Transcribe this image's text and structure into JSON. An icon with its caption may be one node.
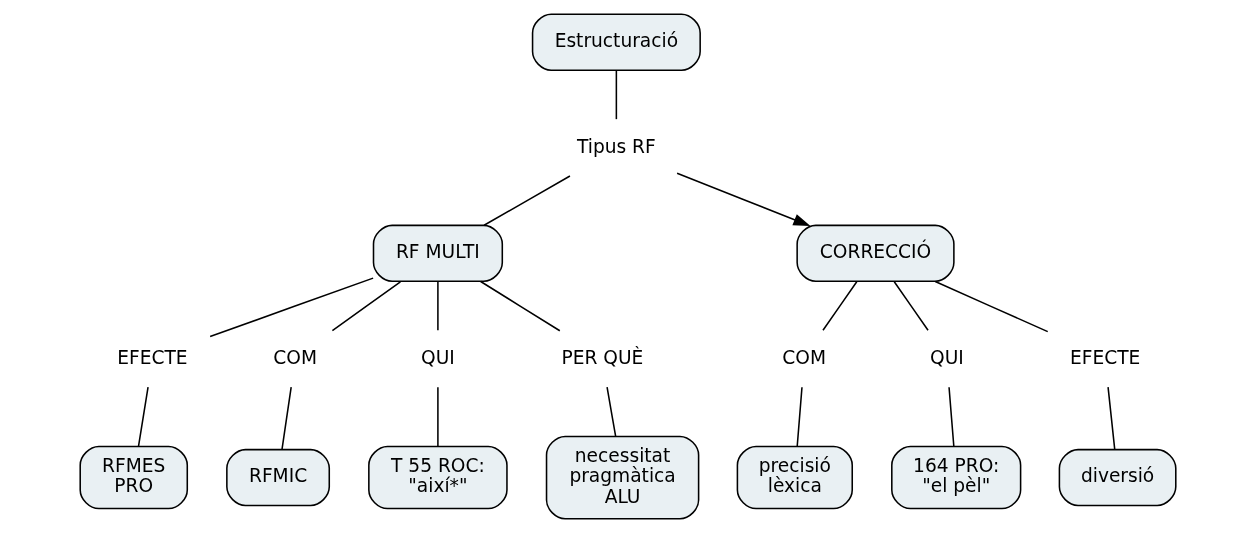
{
  "diagram": {
    "nodes": [
      {
        "text": [
          "Estructuració"
        ]
      },
      {
        "text": [
          "Tipus RF"
        ]
      },
      {
        "text": [
          "RF MULTI"
        ]
      },
      {
        "text": [
          "CORRECCIÓ"
        ]
      },
      {
        "text": [
          "EFECTE"
        ]
      },
      {
        "text": [
          "COM"
        ]
      },
      {
        "text": [
          "QUI"
        ]
      },
      {
        "text": [
          "PER QUÈ"
        ]
      },
      {
        "text": [
          "COM"
        ]
      },
      {
        "text": [
          "QUI"
        ]
      },
      {
        "text": [
          "EFECTE"
        ]
      },
      {
        "text": [
          "RFMES PRO"
        ]
      },
      {
        "text": [
          "RFMIC"
        ]
      },
      {
        "text": [
          "T 55 ROC: \"així*\""
        ]
      },
      {
        "text": [
          "necessitat pragmàtica ALU"
        ]
      },
      {
        "text": [
          "precisió lèxica"
        ]
      },
      {
        "text": [
          "164 PRO: \"el pèl\""
        ]
      },
      {
        "text": [
          "diversió"
        ]
      }
    ],
    "edges": [
      {
        "from": 0,
        "to": 1,
        "arrow": "none"
      },
      {
        "from": 1,
        "to": 2,
        "arrow": "none"
      },
      {
        "from": 1,
        "to": 3,
        "arrow": "to"
      },
      {
        "from": 2,
        "to": 4,
        "arrow": "none"
      },
      {
        "from": 2,
        "to": 5,
        "arrow": "none"
      },
      {
        "from": 2,
        "to": 6,
        "arrow": "none"
      },
      {
        "from": 2,
        "to": 7,
        "arrow": "none"
      },
      {
        "from": 3,
        "to": 8,
        "arrow": "none"
      },
      {
        "from": 3,
        "to": 9,
        "arrow": "none"
      },
      {
        "from": 3,
        "to": 10,
        "arrow": "none"
      },
      {
        "from": 4,
        "to": 11,
        "arrow": "none"
      },
      {
        "from": 5,
        "to": 12,
        "arrow": "none"
      },
      {
        "from": 6,
        "to": 13,
        "arrow": "none"
      },
      {
        "from": 7,
        "to": 14,
        "arrow": "none"
      },
      {
        "from": 8,
        "to": 15,
        "arrow": "none"
      },
      {
        "from": 9,
        "to": 16,
        "arrow": "none"
      },
      {
        "from": 10,
        "to": 17,
        "arrow": "none"
      }
    ]
  }
}
